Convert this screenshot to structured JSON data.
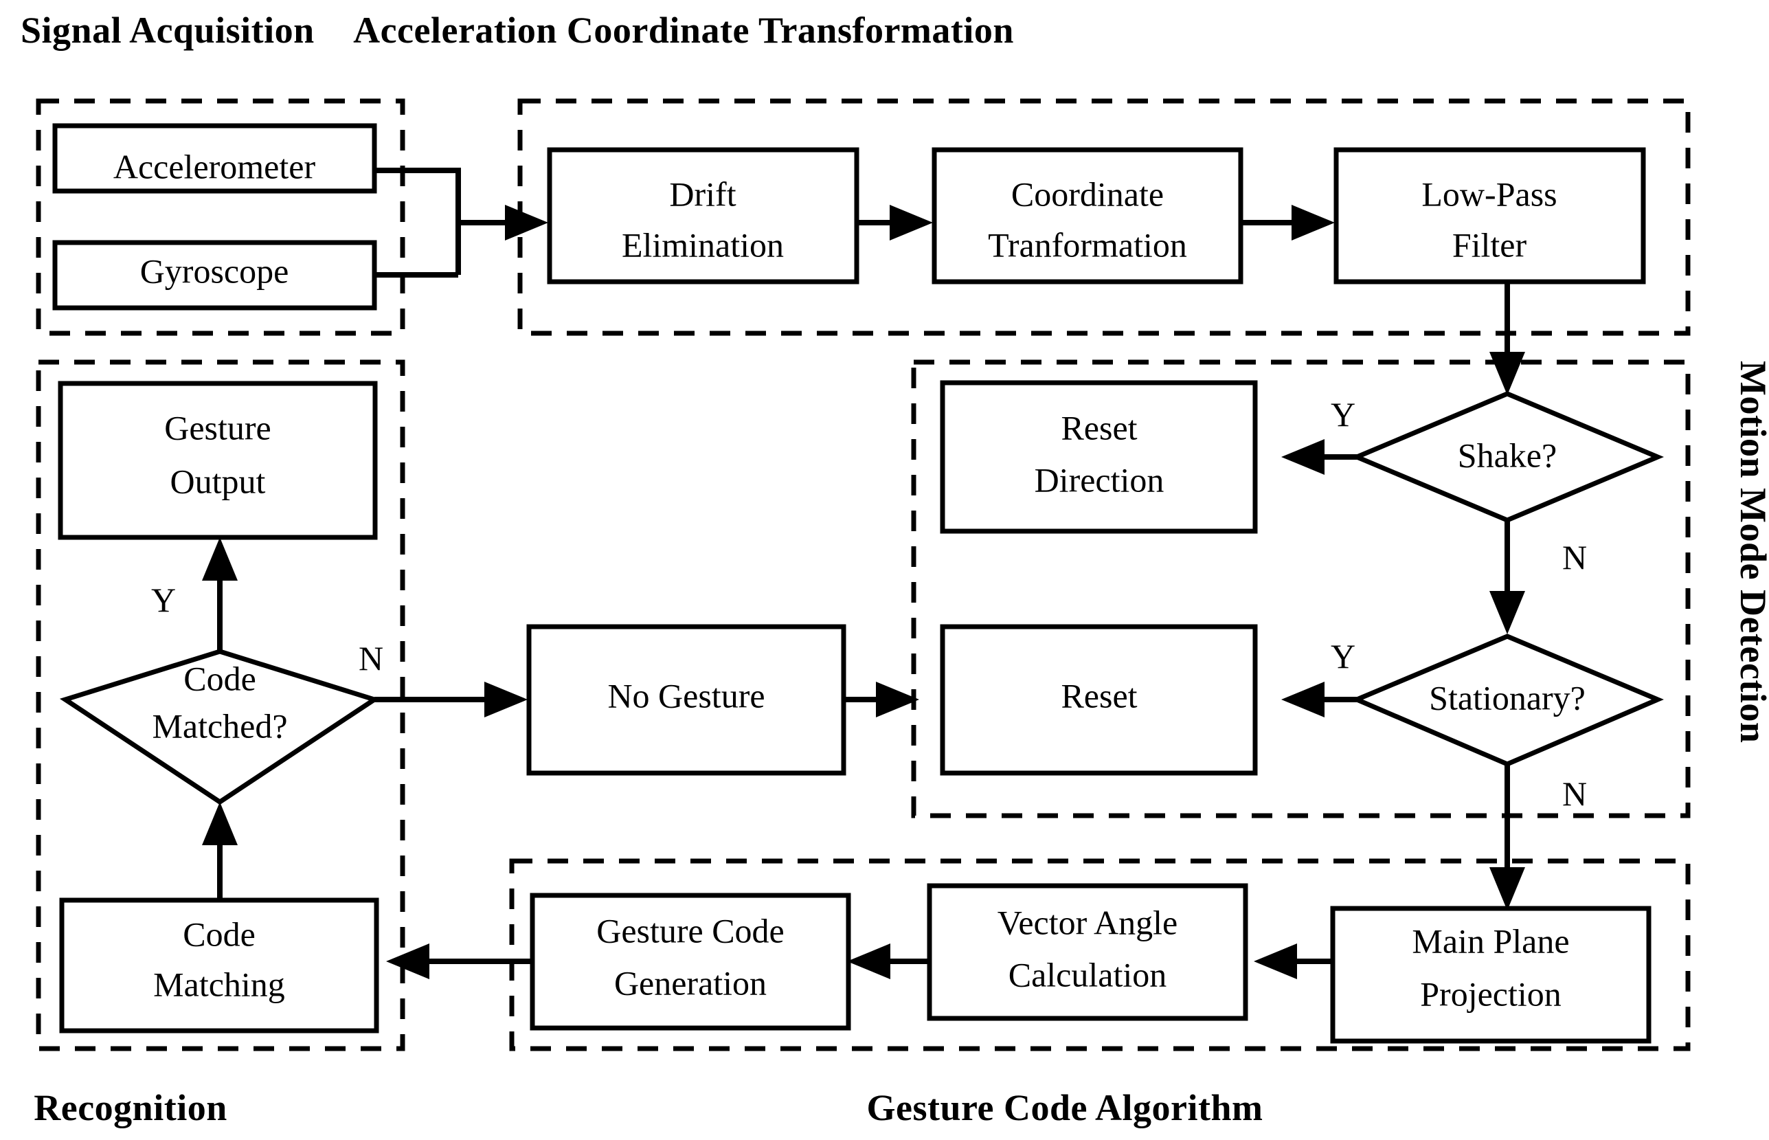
{
  "diagram": {
    "title": "Gesture Recognition System Flowchart",
    "background_color": "#ffffff",
    "line_color": "#000000"
  },
  "group_titles": {
    "signal_acquisition": "Signal Acquisition",
    "acceleration_coordinate_transformation": "Acceleration Coordinate Transformation",
    "motion_mode_detection": "Motion Mode Detection",
    "recognition": "Recognition",
    "gesture_code_algorithm": "Gesture Code Algorithm"
  },
  "nodes": {
    "accelerometer": "Accelerometer",
    "gyroscope": "Gyroscope",
    "drift_elimination_line1": "Drift",
    "drift_elimination_line2": "Elimination",
    "coordinate_transformation_line1": "Coordinate",
    "coordinate_transformation_line2": "Tranformation",
    "low_pass_filter_line1": "Low-Pass",
    "low_pass_filter_line2": "Filter",
    "reset_direction_line1": "Reset",
    "reset_direction_line2": "Direction",
    "shake_decision": "Shake?",
    "reset": "Reset",
    "stationary_decision": "Stationary?",
    "no_gesture": "No Gesture",
    "gesture_output_line1": "Gesture",
    "gesture_output_line2": "Output",
    "code_matched_decision_line1": "Code",
    "code_matched_decision_line2": "Matched?",
    "code_matching_line1": "Code",
    "code_matching_line2": "Matching",
    "gesture_code_generation_line1": "Gesture Code",
    "gesture_code_generation_line2": "Generation",
    "vector_angle_calculation_line1": "Vector Angle",
    "vector_angle_calculation_line2": "Calculation",
    "main_plane_projection_line1": "Main Plane",
    "main_plane_projection_line2": "Projection"
  },
  "branch_labels": {
    "shake_yes": "Y",
    "shake_no": "N",
    "stationary_yes": "Y",
    "stationary_no": "N",
    "code_matched_yes": "Y",
    "code_matched_no": "N"
  }
}
